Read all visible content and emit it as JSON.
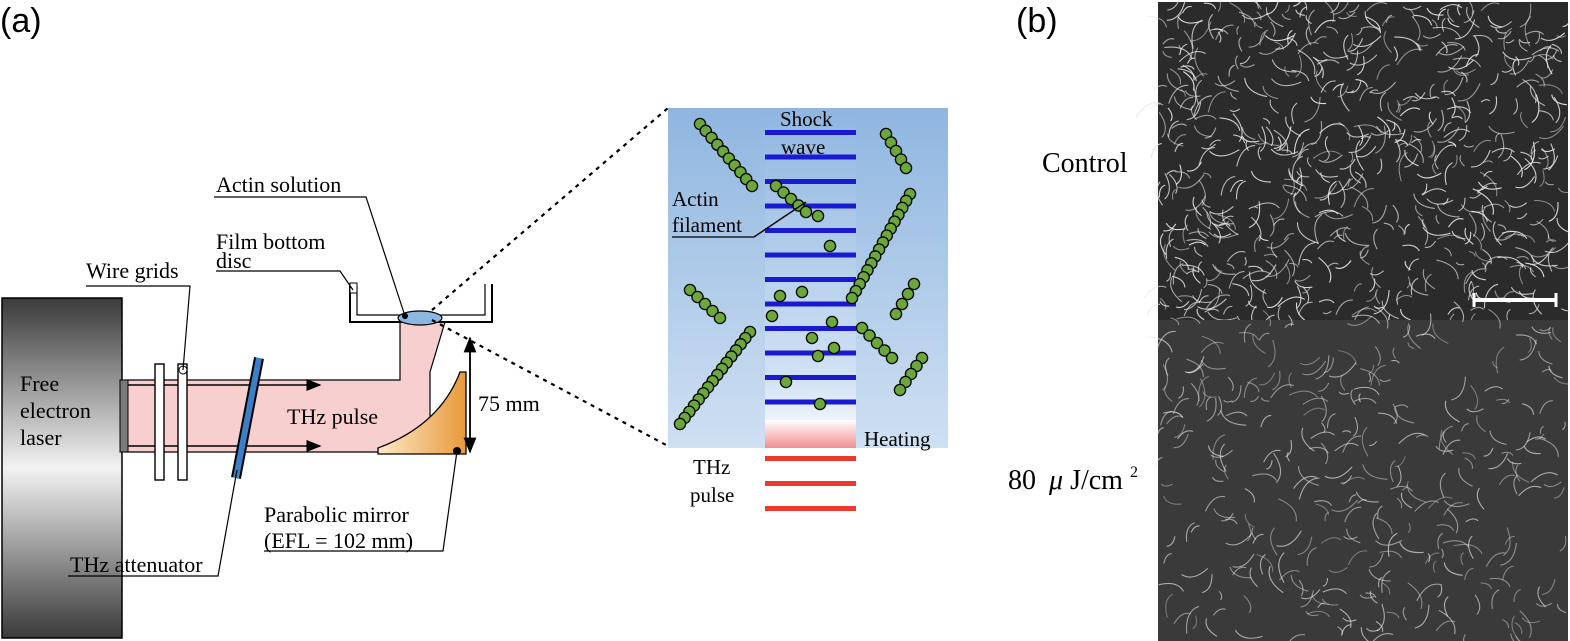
{
  "panel_a": {
    "tag": "(a)",
    "laser": [
      "Free",
      "electron",
      "laser"
    ],
    "wire_grids": "Wire grids",
    "thz_attenuator": "THz attenuator",
    "beam_label": "THz pulse",
    "film_bottom_disc": [
      "Film bottom",
      "disc"
    ],
    "actin_solution": "Actin solution",
    "parabolic_mirror": [
      "Parabolic mirror",
      "(EFL = 102 mm)"
    ],
    "distance": "75 mm"
  },
  "inset": {
    "shock_wave": [
      "Shock",
      "wave"
    ],
    "actin_filament": [
      "Actin",
      "filament"
    ],
    "heating": "Heating",
    "thz_pulse": [
      "THz",
      "pulse"
    ]
  },
  "panel_b": {
    "tag": "(b)",
    "control": "Control",
    "fluence_value": "80",
    "fluence_mu": "μ",
    "fluence_unit": "J/cm",
    "fluence_exp": "2"
  }
}
